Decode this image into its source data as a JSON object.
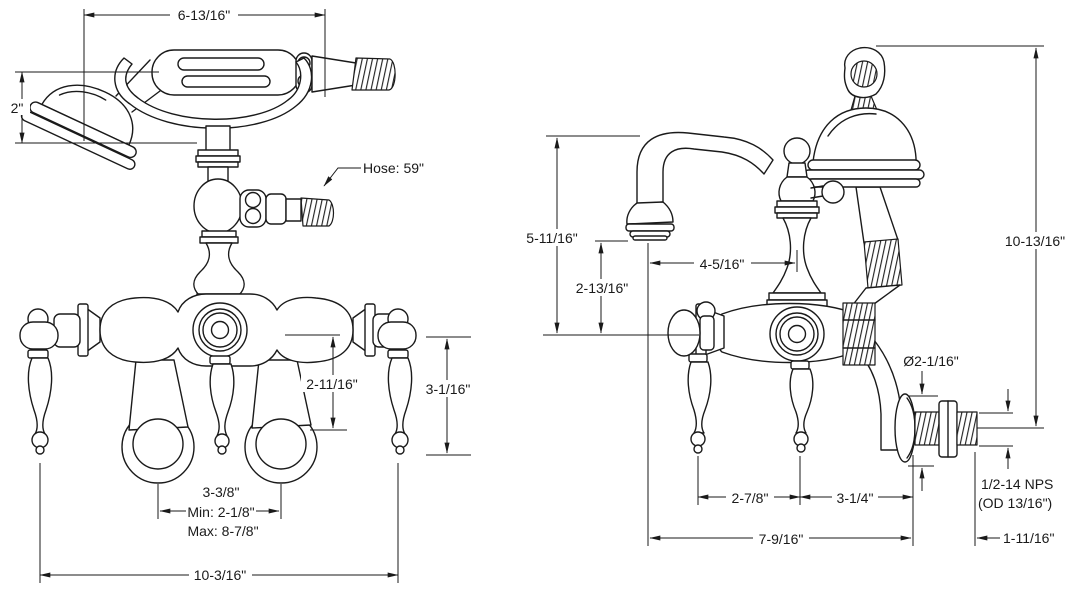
{
  "drawing": {
    "front_view": {
      "labels": {
        "handset_length": "6-13/16\"",
        "head_diameter": "2\"",
        "hose_note": "Hose: 59\"",
        "diverter_handle_drop": "2-11/16\"",
        "handle_drop": "3-1/16\"",
        "legs_center_distance": "3-3/8\"",
        "legs_min": "Min: 2-1/8\"",
        "legs_max": "Max: 8-7/8\"",
        "overall_width": "10-3/16\""
      }
    },
    "side_view": {
      "labels": {
        "spout_top_height": "5-11/16\"",
        "spout_outlet_height": "2-13/16\"",
        "spout_reach": "4-5/16\"",
        "overall_height": "10-13/16\"",
        "flange_diameter": "Ø2-1/16\"",
        "handle_spacing": "2-7/8\"",
        "handle_to_wall": "3-1/4\"",
        "spout_to_wall_depth": "7-9/16\"",
        "nipple_protrusion": "1-11/16\"",
        "thread_spec": "1/2-14 NPS",
        "thread_od": "(OD 13/16\")"
      }
    },
    "style": {
      "line_color": "#1a1a1a",
      "background_color": "#ffffff"
    }
  }
}
